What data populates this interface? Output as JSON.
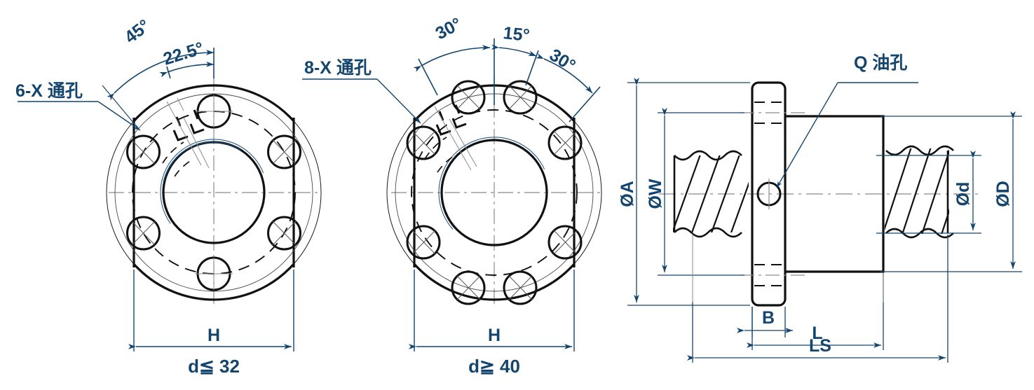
{
  "drawing": {
    "title": "Ball screw nut flange technical drawing",
    "background_color": "#ffffff",
    "line_color": "#111111",
    "dimension_color": "#14456e",
    "centerline_color": "#8b8b8b",
    "views": [
      {
        "id": "view-left-flange",
        "name": "6-hole flange front view",
        "hole_count": 6,
        "caption_top": "H",
        "caption_bottom": "d≦ 32",
        "callout": "6-X 通孔",
        "angles": [
          "45°",
          "22.5°"
        ]
      },
      {
        "id": "view-middle-flange",
        "name": "8-hole flange front view",
        "hole_count": 8,
        "caption_top": "H",
        "caption_bottom": "d≧ 40",
        "callout": "8-X 通孔",
        "angles": [
          "30°",
          "15°",
          "30°"
        ]
      },
      {
        "id": "view-side-section",
        "name": "Ball screw nut side section view",
        "callout": "Q 油孔",
        "dimensions_vertical_left": [
          "ØA",
          "ØW"
        ],
        "dimensions_vertical_right": [
          "Ød",
          "ØD"
        ],
        "dimensions_horizontal": [
          "B",
          "L",
          "LS"
        ]
      }
    ],
    "labels": {
      "callout_6x": "6-X 通孔",
      "callout_8x": "8-X 通孔",
      "callout_oil": "Q 油孔",
      "angle_45": "45°",
      "angle_22_5": "22.5°",
      "angle_30_left": "30°",
      "angle_15": "15°",
      "angle_30_right": "30°",
      "dim_H_left": "H",
      "dim_H_mid": "H",
      "note_d_le_32": "d≦ 32",
      "note_d_ge_40": "d≧ 40",
      "dim_phiA": "ØA",
      "dim_phiW": "ØW",
      "dim_phid": "Ød",
      "dim_phiD": "ØD",
      "dim_B": "B",
      "dim_L": "L",
      "dim_LS": "LS"
    }
  }
}
